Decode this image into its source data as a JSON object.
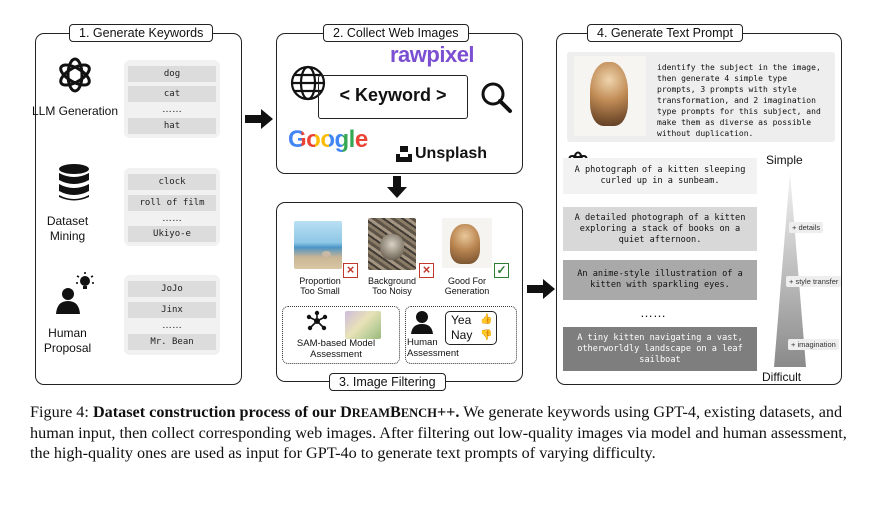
{
  "panels": {
    "p1_title": "1. Generate Keywords",
    "p2_title": "2. Collect Web Images",
    "p3_title": "3. Image Filtering",
    "p4_title": "4. Generate Text Prompt"
  },
  "keywords": {
    "llm": {
      "label": "LLM Generation",
      "items": [
        "dog",
        "cat",
        "hat"
      ]
    },
    "dataset": {
      "label": "Dataset Mining",
      "items": [
        "clock",
        "roll of film",
        "Ukiyo-e"
      ]
    },
    "human": {
      "label": "Human Proposal",
      "items": [
        "JoJo",
        "Jinx",
        "Mr. Bean"
      ]
    },
    "ellipsis": "……"
  },
  "collect": {
    "search_text": "< Keyword >",
    "rawpixel": "rawpixel",
    "google": "Google",
    "unsplash": "Unsplash"
  },
  "filter": {
    "small_label": "Proportion Too Small",
    "noisy_label": "Background Too Noisy",
    "good_label": "Good For Generation",
    "sam_label": "SAM-based Model Assessment",
    "human_label": "Human Assessment",
    "yea": "Yea",
    "nay": "Nay"
  },
  "prompt": {
    "instruction": "identify the subject in the image, then generate 4 simple type prompts, 3 prompts with style transformation, and 2 imagination type prompts for this subject, and make them as diverse as possible without duplication.",
    "p_simple": "A photograph of a kitten sleeping curled up in a sunbeam.",
    "p_details": "A detailed photograph of a kitten exploring a stack of books on a quiet afternoon.",
    "p_style": "An anime-style illustration of a kitten with sparkling eyes.",
    "dots": "……",
    "p_imagination": "A tiny kitten navigating a vast, otherworldly landscape on a leaf sailboat",
    "simple": "Simple",
    "difficult": "Difficult",
    "tag_details": "+ details",
    "tag_style": "+ style transfer",
    "tag_imagination": "+ imagination"
  },
  "caption": {
    "prefix": "Figure 4: ",
    "bold": "Dataset construction process of our ",
    "brand_d": "D",
    "brand_ream": "REAM",
    "brand_b": "B",
    "brand_ench": "ENCH",
    "brand_pp": "++.",
    "body": " We generate keywords using GPT-4, existing datasets, and human input, then collect corresponding web images. After filtering out low-quality images via model and human assessment, the high-quality ones are used as input for GPT-4o to generate text prompts of varying difficulty."
  },
  "colors": {
    "rawpixel": "#7b4fd1",
    "google_blue": "#4285F4",
    "google_red": "#EA4335",
    "google_yellow": "#FBBC05",
    "google_green": "#34A853",
    "reject": "#c0392b",
    "accept": "#2e7d32"
  }
}
